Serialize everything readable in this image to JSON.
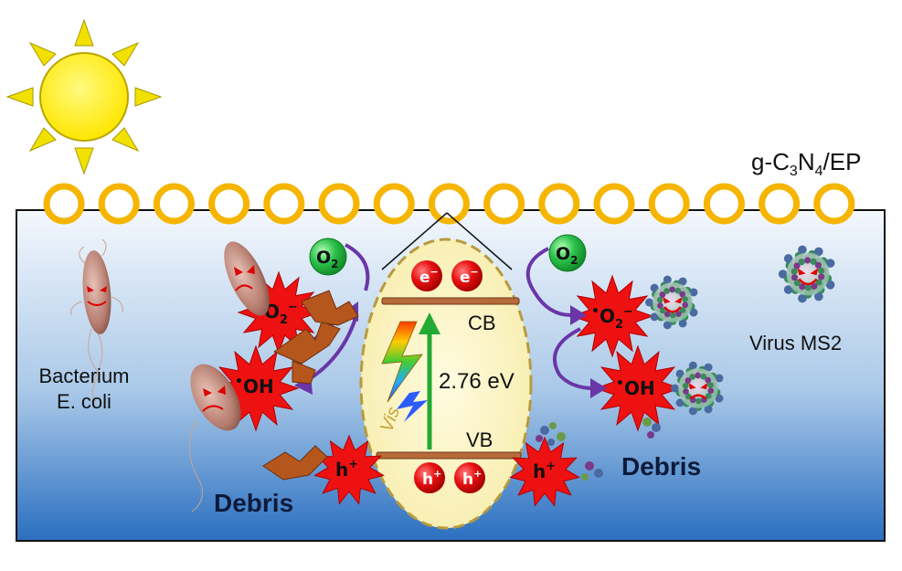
{
  "material_label": {
    "prefix": "g-C",
    "sub1": "3",
    "mid": "N",
    "sub2": "4",
    "suffix": "/EP"
  },
  "labels": {
    "cb": "CB",
    "vb": "VB",
    "band_gap": "2.76 eV",
    "visible_light": "Vis",
    "bacterium_line1": "Bacterium",
    "bacterium_line2": "E. coli",
    "virus": "Virus MS2",
    "debris": "Debris"
  },
  "species": {
    "oxygen": "O",
    "oxygen_sub": "2",
    "superoxide_dot": "•",
    "superoxide": "O",
    "superoxide_sub": "2",
    "superoxide_sup": "−",
    "hydroxyl_dot": "•",
    "hydroxyl": "OH",
    "electron": "e",
    "electron_sup": "−",
    "hole": "h",
    "hole_sup": "+"
  },
  "colors": {
    "tank_top": "#ffffff",
    "tank_bottom": "#2a6fc0",
    "bead_ring": "#f5b500",
    "sun": "#ffee00",
    "sun_ray": "#f2e000",
    "ellipse_fill": "#fff6c8",
    "ellipse_border": "#b89a40",
    "band_plate": "#b86a3a",
    "burst_red": "#ee1111",
    "oxygen_green": "#22bb44",
    "arrow_green": "#22aa33",
    "arrow_purple": "#6a36a8"
  }
}
